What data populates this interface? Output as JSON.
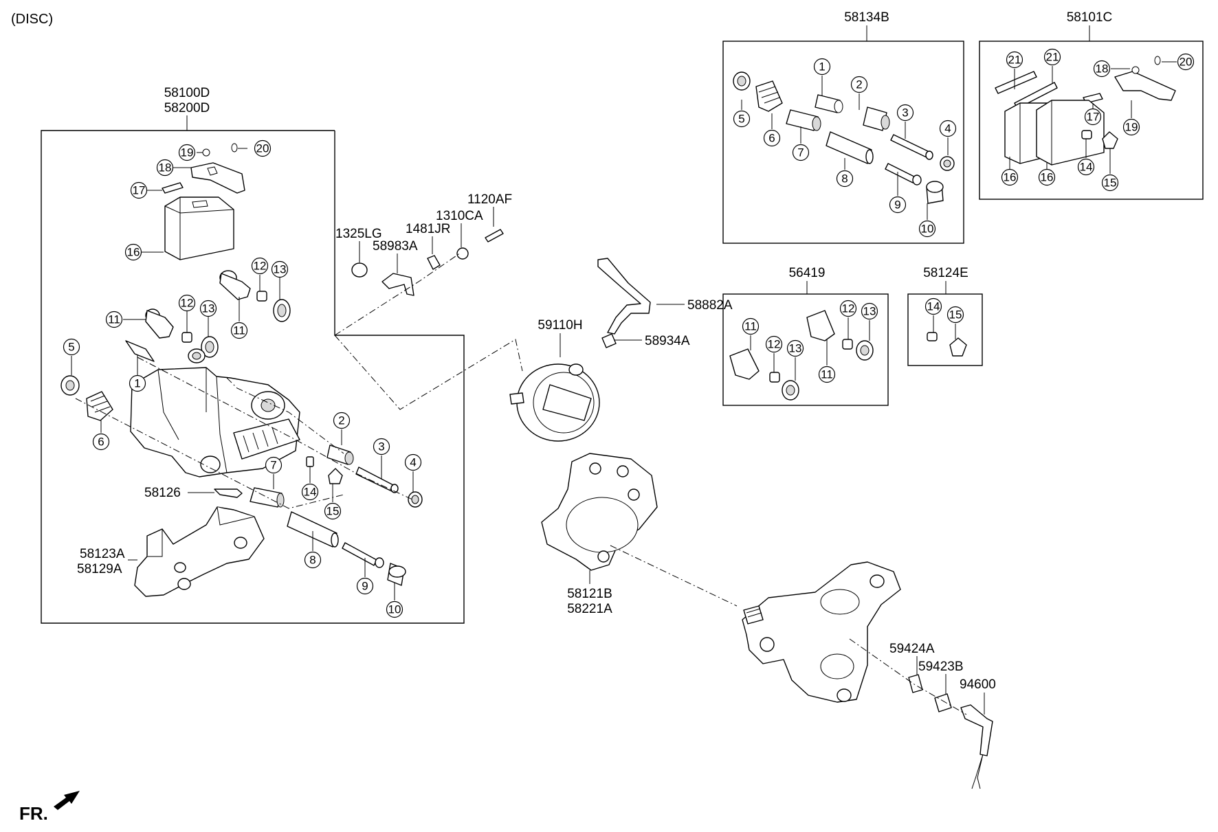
{
  "header": {
    "section_label": "(DISC)"
  },
  "footer": {
    "direction_label": "FR."
  },
  "groups": {
    "caliper": {
      "codes": [
        "58100D",
        "58200D"
      ]
    },
    "kit_58134B": {
      "code": "58134B"
    },
    "kit_58101C": {
      "code": "58101C"
    },
    "kit_56419": {
      "code": "56419"
    },
    "kit_58124E": {
      "code": "58124E"
    }
  },
  "part_codes": {
    "p1325LG": "1325LG",
    "p58983A": "58983A",
    "p1481JR": "1481JR",
    "p1310CA": "1310CA",
    "p1120AF": "1120AF",
    "p58882A": "58882A",
    "p59110H": "59110H",
    "p58934A": "58934A",
    "p58126": "58126",
    "p58123A": "58123A",
    "p58129A": "58129A",
    "p58121B": "58121B",
    "p58221A": "58221A",
    "p59424A": "59424A",
    "p59423B": "59423B",
    "p94600": "94600"
  },
  "callouts": {
    "n1": "1",
    "n2": "2",
    "n3": "3",
    "n4": "4",
    "n5": "5",
    "n6": "6",
    "n7": "7",
    "n8": "8",
    "n9": "9",
    "n10": "10",
    "n11": "11",
    "n12": "12",
    "n13": "13",
    "n14": "14",
    "n15": "15",
    "n16": "16",
    "n17": "17",
    "n18": "18",
    "n19": "19",
    "n20": "20",
    "n21": "21"
  }
}
